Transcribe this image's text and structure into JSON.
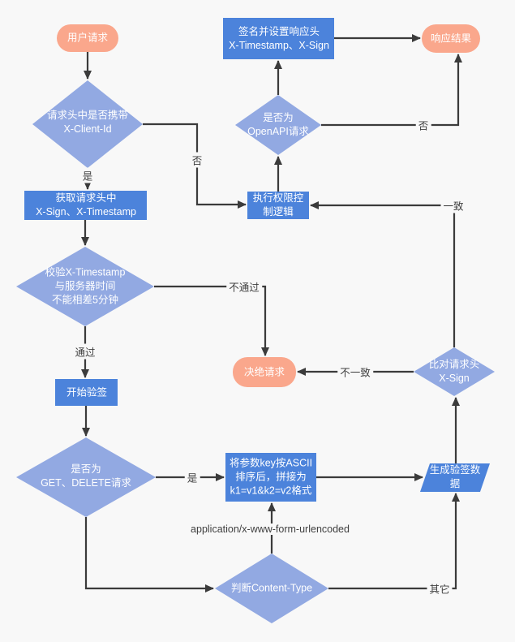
{
  "diagram": {
    "type": "flowchart",
    "topic": "OpenAPI request signature verification flow"
  },
  "colors": {
    "canvas_bg": "#F8F8F8",
    "process_blue": "#4C83DB",
    "decision_blue": "#92A9E2",
    "terminal_salmon": "#FAA78C",
    "edge_dark": "#3B3B3B",
    "label_text": "#3F3F3F",
    "node_text": "#FFFFFF"
  },
  "nodes": {
    "user_request": {
      "label": "用户请求",
      "type": "terminal"
    },
    "sign_set_response_headers": {
      "label": "签名并设置响应头\nX-Timestamp、X-Sign",
      "type": "process"
    },
    "response_result": {
      "label": "响应结果",
      "type": "terminal"
    },
    "has_client_id": {
      "label": "请求头中是否携带\nX-Client-Id",
      "type": "decision"
    },
    "is_openapi": {
      "label": "是否为\nOpenAPI请求",
      "type": "decision"
    },
    "get_headers": {
      "label": "获取请求头中\nX-Sign、X-Timestamp",
      "type": "process"
    },
    "exec_permission": {
      "label": "执行权限控\n制逻辑",
      "type": "process"
    },
    "check_timestamp": {
      "label": "校验X-Timestamp\n与服务器时间\n不能相差5分钟",
      "type": "decision"
    },
    "reject_request": {
      "label": "决绝请求",
      "type": "terminal"
    },
    "compare_sign": {
      "label": "比对请求头\nX-Sign",
      "type": "decision"
    },
    "start_verify": {
      "label": "开始验签",
      "type": "process"
    },
    "is_get_delete": {
      "label": "是否为\nGET、DELETE请求",
      "type": "decision"
    },
    "sort_params": {
      "label": "将参数key按ASCII\n排序后，拼接为\nk1=v1&k2=v2格式",
      "type": "process"
    },
    "gen_sign_data": {
      "label": "生成验签数\n据",
      "type": "io"
    },
    "check_content_type": {
      "label": "判断Content-Type",
      "type": "decision"
    }
  },
  "edge_labels": {
    "yes_client_id": "是",
    "no_client_id": "否",
    "pass": "通过",
    "fail": "不通过",
    "match": "一致",
    "not_match": "不一致",
    "yes_get_delete": "是",
    "form_urlencoded": "application/x-www-form-urlencoded",
    "other": "其它",
    "no_openapi": "否"
  }
}
